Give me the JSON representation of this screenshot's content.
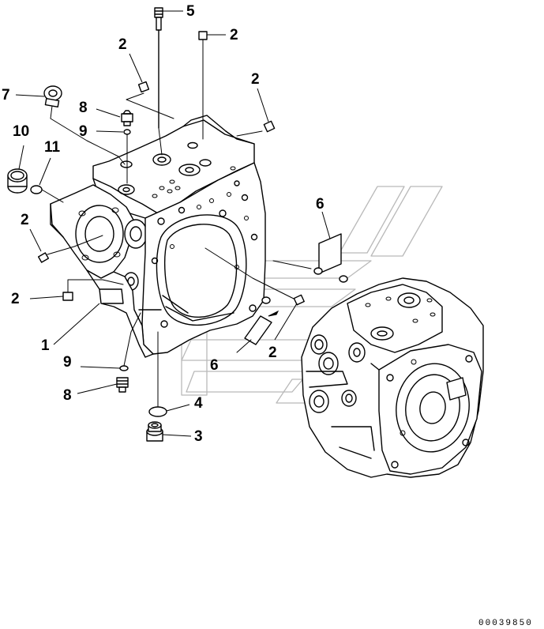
{
  "diagram": {
    "callouts": [
      {
        "id": "c5",
        "label": "5"
      },
      {
        "id": "c2a",
        "label": "2"
      },
      {
        "id": "c2b",
        "label": "2"
      },
      {
        "id": "c2c",
        "label": "2"
      },
      {
        "id": "c7",
        "label": "7"
      },
      {
        "id": "c8a",
        "label": "8"
      },
      {
        "id": "c9a",
        "label": "9"
      },
      {
        "id": "c10",
        "label": "10"
      },
      {
        "id": "c11",
        "label": "11"
      },
      {
        "id": "c2d",
        "label": "2"
      },
      {
        "id": "c6a",
        "label": "6"
      },
      {
        "id": "c2e",
        "label": "2"
      },
      {
        "id": "c1",
        "label": "1"
      },
      {
        "id": "c2f",
        "label": "2"
      },
      {
        "id": "c6b",
        "label": "6"
      },
      {
        "id": "c9b",
        "label": "9"
      },
      {
        "id": "c8b",
        "label": "8"
      },
      {
        "id": "c4",
        "label": "4"
      },
      {
        "id": "c3",
        "label": "3"
      }
    ],
    "drawing_code": "00039850"
  }
}
